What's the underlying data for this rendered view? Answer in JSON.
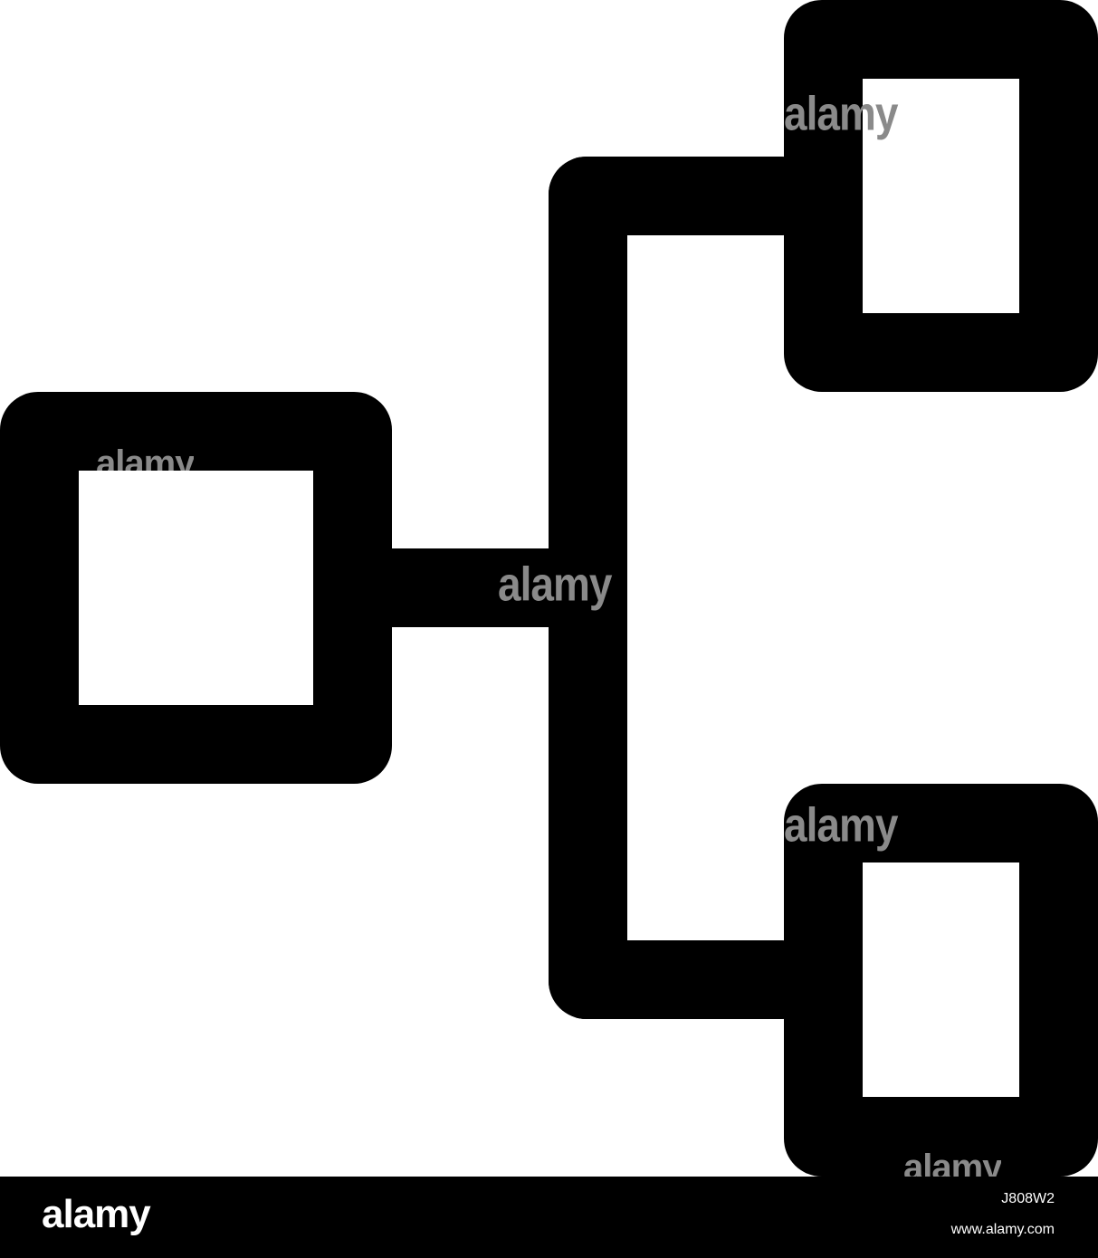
{
  "icon": {
    "name": "hierarchy-structure-icon",
    "color": "#000000",
    "background": "#ffffff"
  },
  "watermark": {
    "text": "alamy",
    "color": "#8a8a8a"
  },
  "footer": {
    "logo": "alamy",
    "image_id": "J808W2",
    "url": "www.alamy.com",
    "background": "#000000",
    "text_color": "#ffffff"
  }
}
